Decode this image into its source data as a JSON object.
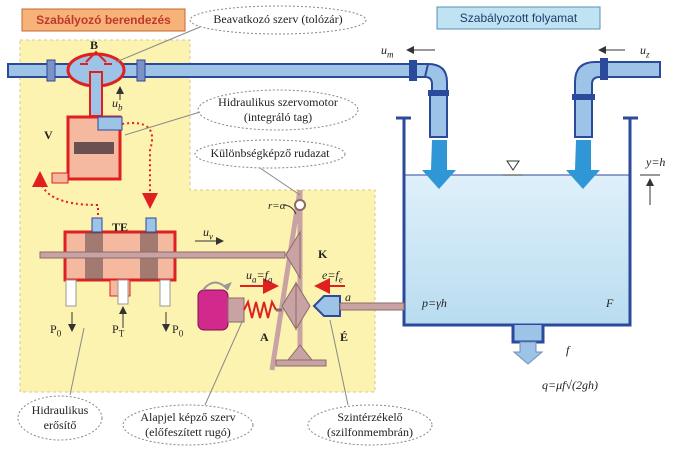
{
  "panels": {
    "controller_title": "Szabályozó berendezés",
    "process_title": "Szabályozott folyamat"
  },
  "callouts": {
    "actuator": "Beavatkozó szerv (tolózár)",
    "servomotor_line1": "Hidraulikus szervomotor",
    "servomotor_line2": "(integráló tag)",
    "diff_rod": "Különbségképző rudazat",
    "amplifier_line1": "Hidraulikus",
    "amplifier_line2": "erősítő",
    "setpoint_line1": "Alapjel képző szerv",
    "setpoint_line2": "(előfeszített rugó)",
    "level_sensor_line1": "Szintérzékelő",
    "level_sensor_line2": "(szilfonmembrán)"
  },
  "component_letters": {
    "B": "B",
    "V": "V",
    "TE": "TE",
    "K": "K",
    "A": "A",
    "E": "É"
  },
  "symbols": {
    "um": "u",
    "um_sub": "m",
    "uz": "u",
    "uz_sub": "z",
    "ub": "u",
    "ub_sub": "b",
    "uv": "u",
    "uv_sub": "v",
    "ua_eq": "u",
    "ua_sub": "a",
    "ua_rest": "=f",
    "ua_rest_sub": "a",
    "e_eq": "e=f",
    "e_sub": "e",
    "a": "a",
    "r_alpha": "r=α",
    "p_eq": "p=γh",
    "F": "F",
    "f": "f",
    "y_eq": "y=h",
    "q_eq": "q=μf√(2gh)",
    "P0_left": "P",
    "P0_left_sub": "0",
    "PT": "P",
    "PT_sub": "T",
    "P0_right": "P",
    "P0_right_sub": "0"
  },
  "colors": {
    "controller_bg": "#fcf3b0",
    "controller_title_bg": "#f7b27a",
    "process_title_bg": "#bfe3f3",
    "pipe_blue": "#2b4a9b",
    "pipe_light": "#9dc3e6",
    "water": "#cde7f5",
    "red": "#e02020",
    "body_pink": "#f5b9a0",
    "rod": "#c9a3a3"
  }
}
